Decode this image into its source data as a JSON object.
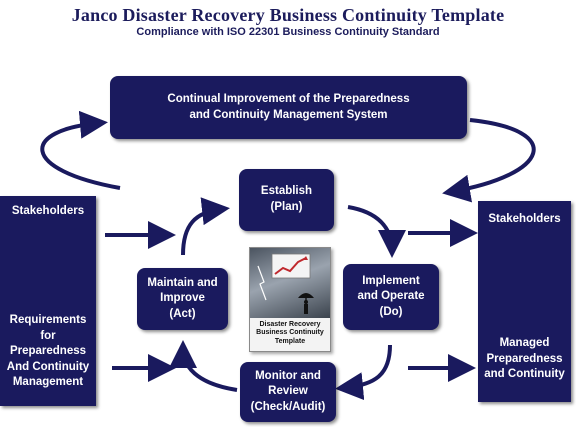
{
  "header": {
    "title": "Janco Disaster Recovery Business Continuity Template",
    "subtitle": "Compliance with ISO 22301 Business Continuity Standard"
  },
  "boxes": {
    "continual_improvement": "Continual Improvement of the Preparedness\nand Continuity Management System",
    "establish": "Establish\n(Plan)",
    "implement": "Implement\nand Operate\n(Do)",
    "monitor": "Monitor and\nReview\n(Check/Audit)",
    "maintain": "Maintain and\nImprove\n(Act)"
  },
  "left_panel": {
    "top_label": "Stakeholders",
    "bottom_label": "Requirements\nfor\nPreparedness\nAnd Continuity\nManagement"
  },
  "right_panel": {
    "top_label": "Stakeholders",
    "bottom_label": "Managed\nPreparedness\nand Continuity"
  },
  "book": {
    "title": "Disaster Recovery\nBusiness Continuity\nTemplate"
  },
  "colors": {
    "box": "#1a1a5e",
    "text": "#ffffff",
    "title": "#1c1c5c"
  }
}
